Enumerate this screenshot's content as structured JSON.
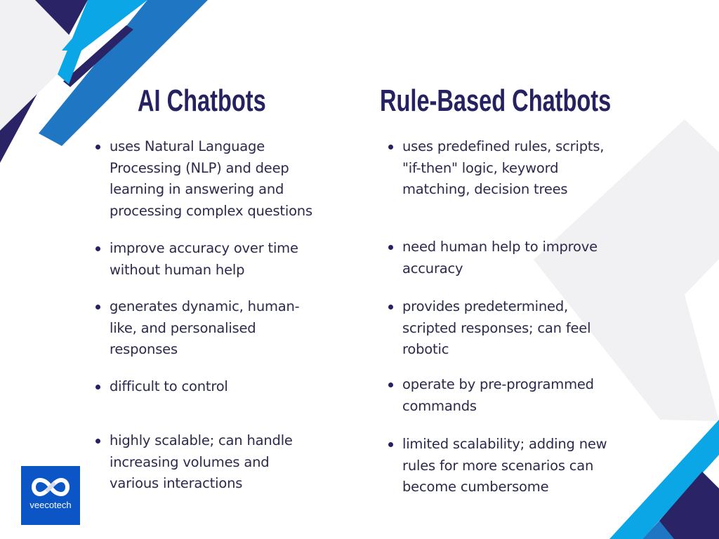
{
  "colors": {
    "navy": "#2a2466",
    "cyan": "#0aa6e6",
    "medium_blue": "#1f76c2",
    "light_gray": "#f1f0f2",
    "heading": "#262262",
    "text": "#2b2a4c",
    "logo_bg": "#0b55c6"
  },
  "left_column": {
    "title": "AI Chatbots",
    "items": [
      {
        "lines": [
          "uses Natural Language",
          "Processing (NLP) and deep",
          "learning in answering and",
          "processing complex questions"
        ]
      },
      {
        "lines": [
          "improve accuracy over time",
          "without human help"
        ]
      },
      {
        "lines": [
          "generates dynamic, human-",
          "like, and personalised",
          "responses"
        ]
      },
      {
        "lines": [
          "difficult to control"
        ]
      },
      {
        "lines": [
          "highly scalable; can handle",
          "increasing volumes and",
          "various interactions"
        ]
      }
    ]
  },
  "right_column": {
    "title": "Rule-Based Chatbots",
    "items": [
      {
        "lines": [
          "uses predefined rules, scripts,",
          "\"if-then\" logic, keyword",
          "matching, decision trees"
        ]
      },
      {
        "lines": [
          "need human help to improve",
          "accuracy"
        ]
      },
      {
        "lines": [
          "provides predetermined,",
          "scripted responses; can feel",
          "robotic"
        ]
      },
      {
        "lines": [
          "operate by pre-programmed",
          "commands"
        ]
      },
      {
        "lines": [
          "limited scalability; adding new",
          "rules for more scenarios can",
          "become cumbersome"
        ]
      }
    ]
  },
  "logo": {
    "icon": "infinity-icon",
    "brand": "veecotech"
  }
}
